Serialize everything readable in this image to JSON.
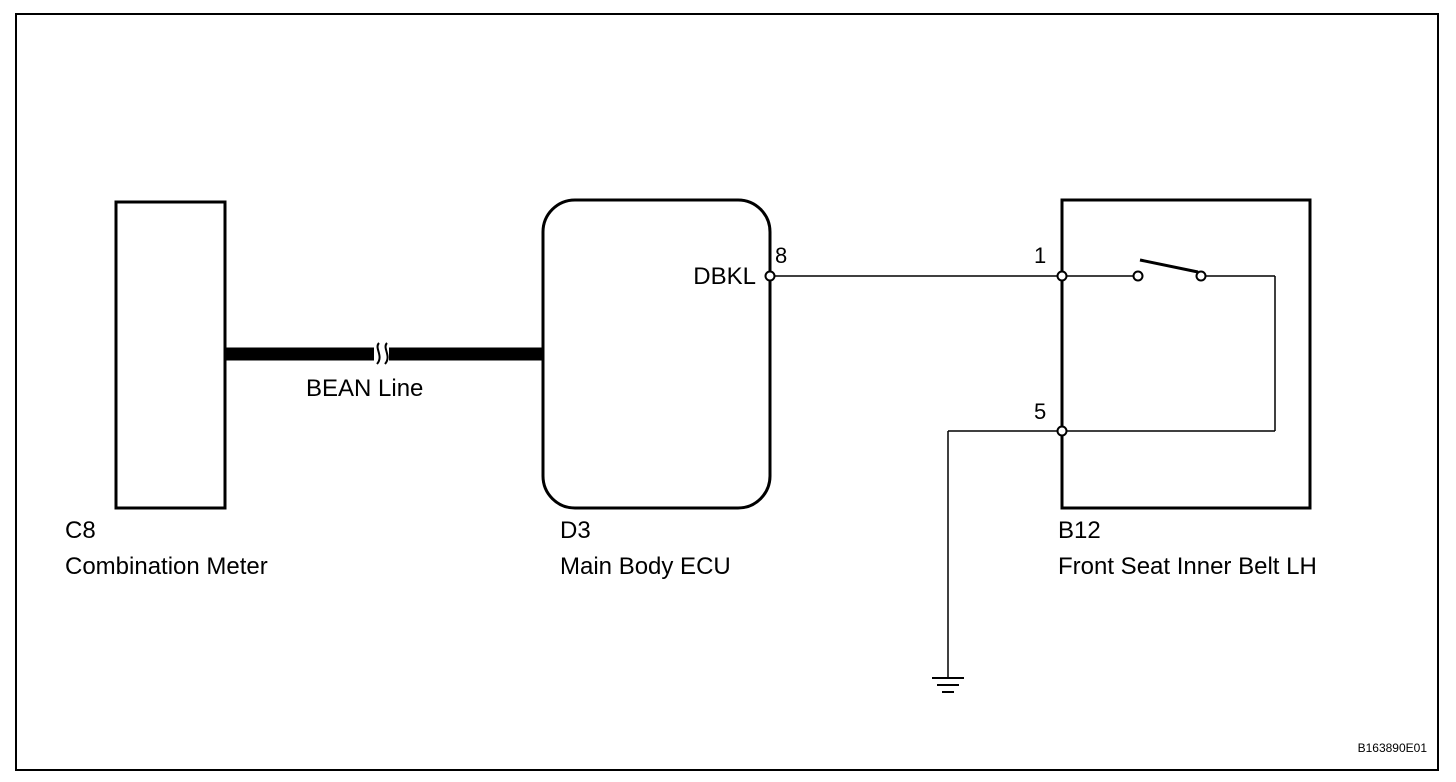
{
  "components": {
    "meter": {
      "code": "C8",
      "name": "Combination Meter"
    },
    "ecu": {
      "code": "D3",
      "name": "Main Body ECU",
      "terminal": "DBKL",
      "pin": "8"
    },
    "belt": {
      "code": "B12",
      "name": "Front Seat Inner Belt LH",
      "pin_top": "1",
      "pin_bottom": "5"
    }
  },
  "bus": {
    "label": "BEAN Line"
  },
  "figure_id": "B163890E01"
}
